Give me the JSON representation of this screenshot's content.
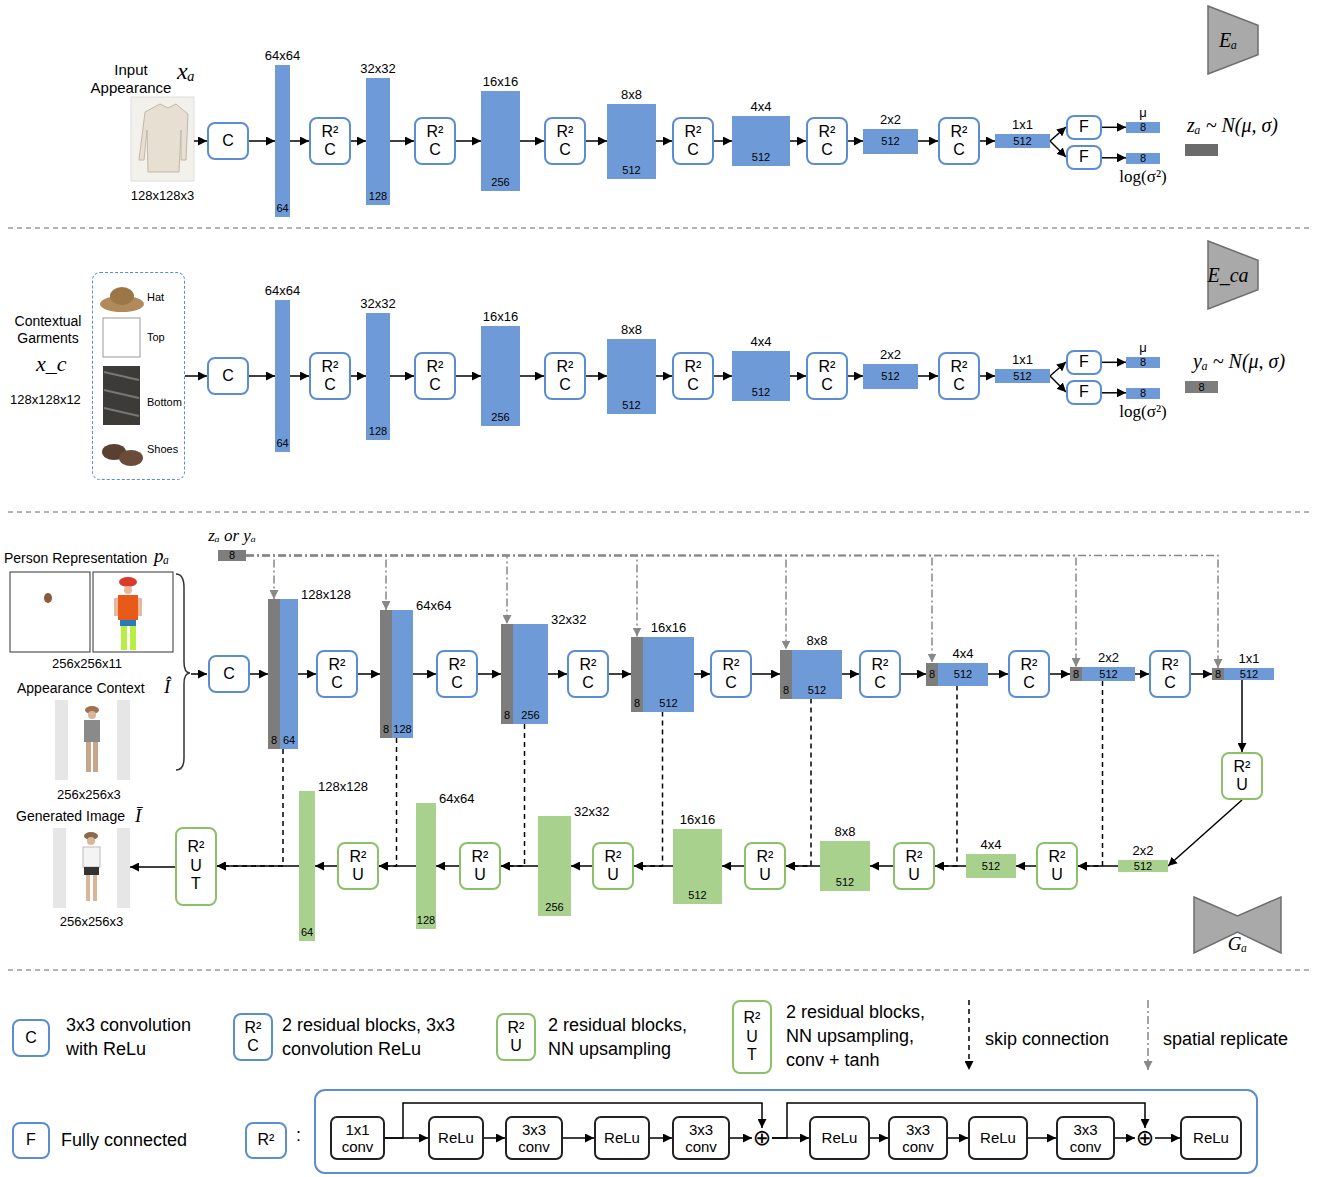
{
  "diagram": {
    "nodes": [
      {
        "text": [
          "Eₐ"
        ]
      },
      {
        "text": [
          "Input Appearance",
          "128x128x3"
        ]
      },
      {
        "text": [
          "C"
        ]
      },
      {
        "text": [
          "64x64",
          "64"
        ]
      },
      {
        "text": [
          "R² C"
        ]
      },
      {
        "text": [
          "32x32",
          "128"
        ]
      },
      {
        "text": [
          "R² C"
        ]
      },
      {
        "text": [
          "16x16",
          "256"
        ]
      },
      {
        "text": [
          "R² C"
        ]
      },
      {
        "text": [
          "8x8",
          "512"
        ]
      },
      {
        "text": [
          "R² C"
        ]
      },
      {
        "text": [
          "4x4",
          "512"
        ]
      },
      {
        "text": [
          "R² C"
        ]
      },
      {
        "text": [
          "2x2",
          "512"
        ]
      },
      {
        "text": [
          "R² C"
        ]
      },
      {
        "text": [
          "1x1",
          "512"
        ]
      },
      {
        "text": [
          "F"
        ]
      },
      {
        "text": [
          "F"
        ]
      },
      {
        "text": [
          "μ",
          "8"
        ]
      },
      {
        "text": [
          "8",
          "log(σ²)"
        ]
      },
      {
        "text": [
          "E_ca"
        ]
      },
      {
        "text": [
          "Hat",
          "Top",
          "Bottom",
          "Shoes"
        ]
      },
      {
        "text": [
          "C"
        ]
      },
      {
        "text": [
          "64x64",
          "64"
        ]
      },
      {
        "text": [
          "R² C"
        ]
      },
      {
        "text": [
          "32x32",
          "128"
        ]
      },
      {
        "text": [
          "R² C"
        ]
      },
      {
        "text": [
          "16x16",
          "256"
        ]
      },
      {
        "text": [
          "R² C"
        ]
      },
      {
        "text": [
          "8x8",
          "512"
        ]
      },
      {
        "text": [
          "R² C"
        ]
      },
      {
        "text": [
          "4x4",
          "512"
        ]
      },
      {
        "text": [
          "R² C"
        ]
      },
      {
        "text": [
          "2x2",
          "512"
        ]
      },
      {
        "text": [
          "R² C"
        ]
      },
      {
        "text": [
          "1x1",
          "512"
        ]
      },
      {
        "text": [
          "F"
        ]
      },
      {
        "text": [
          "F"
        ]
      },
      {
        "text": [
          "μ",
          "8"
        ]
      },
      {
        "text": [
          "8",
          "log(σ²)"
        ]
      },
      {
        "text": [
          "8"
        ]
      },
      {
        "text": [
          "zₐ or yₐ",
          "8"
        ]
      },
      {
        "text": [
          "C"
        ]
      },
      {
        "text": [
          "128x128",
          "8",
          "64"
        ]
      },
      {
        "text": [
          "R² C"
        ]
      },
      {
        "text": [
          "64x64",
          "8",
          "128"
        ]
      },
      {
        "text": [
          "R² C"
        ]
      },
      {
        "text": [
          "32x32",
          "8",
          "256"
        ]
      },
      {
        "text": [
          "R² C"
        ]
      },
      {
        "text": [
          "16x16",
          "8",
          "512"
        ]
      },
      {
        "text": [
          "R² C"
        ]
      },
      {
        "text": [
          "8x8",
          "8",
          "512"
        ]
      },
      {
        "text": [
          "R² C"
        ]
      },
      {
        "text": [
          "4x4",
          "8",
          "512"
        ]
      },
      {
        "text": [
          "R² C"
        ]
      },
      {
        "text": [
          "2x2",
          "8",
          "512"
        ]
      },
      {
        "text": [
          "R² C"
        ]
      },
      {
        "text": [
          "1x1",
          "8",
          "512"
        ]
      },
      {
        "text": [
          "R² U"
        ]
      },
      {
        "text": [
          "2x2",
          "512"
        ]
      },
      {
        "text": [
          "R² U"
        ]
      },
      {
        "text": [
          "4x4",
          "512"
        ]
      },
      {
        "text": [
          "R² U"
        ]
      },
      {
        "text": [
          "8x8",
          "512"
        ]
      },
      {
        "text": [
          "R² U"
        ]
      },
      {
        "text": [
          "16x16",
          "512"
        ]
      },
      {
        "text": [
          "R² U"
        ]
      },
      {
        "text": [
          "32x32",
          "256"
        ]
      },
      {
        "text": [
          "R² U"
        ]
      },
      {
        "text": [
          "64x64",
          "128"
        ]
      },
      {
        "text": [
          "R² U"
        ]
      },
      {
        "text": [
          "128x128",
          "64"
        ]
      },
      {
        "text": [
          "R² U T"
        ]
      },
      {
        "text": [
          "Generated Image",
          "Ī",
          "256x256x3"
        ]
      },
      {
        "text": [
          "Gₐ"
        ]
      },
      {
        "text": [
          "C"
        ]
      },
      {
        "text": [
          "R² C"
        ]
      },
      {
        "text": [
          "R² U"
        ]
      },
      {
        "text": [
          "R² U T"
        ]
      },
      {
        "text": [
          "F"
        ]
      },
      {
        "text": [
          "R²"
        ]
      },
      {
        "text": [
          "1x1 conv"
        ]
      },
      {
        "text": [
          "ReLu"
        ]
      },
      {
        "text": [
          "3x3 conv"
        ]
      },
      {
        "text": [
          "ReLu"
        ]
      },
      {
        "text": [
          "3x3 conv"
        ]
      },
      {
        "text": [
          "⊕"
        ]
      },
      {
        "text": [
          "ReLu"
        ]
      },
      {
        "text": [
          "3x3 conv"
        ]
      },
      {
        "text": [
          "ReLu"
        ]
      },
      {
        "text": [
          "3x3 conv"
        ]
      },
      {
        "text": [
          "⊕"
        ]
      },
      {
        "text": [
          "ReLu"
        ]
      }
    ],
    "edges": [
      {
        "from": 1,
        "to": 2,
        "arrow": "to"
      },
      {
        "from": 2,
        "to": 3,
        "arrow": "to"
      },
      {
        "from": 3,
        "to": 4,
        "arrow": "to"
      },
      {
        "from": 4,
        "to": 5,
        "arrow": "to"
      },
      {
        "from": 5,
        "to": 6,
        "arrow": "to"
      },
      {
        "from": 6,
        "to": 7,
        "arrow": "to"
      },
      {
        "from": 7,
        "to": 8,
        "arrow": "to"
      },
      {
        "from": 8,
        "to": 9,
        "arrow": "to"
      },
      {
        "from": 9,
        "to": 10,
        "arrow": "to"
      },
      {
        "from": 10,
        "to": 11,
        "arrow": "to"
      },
      {
        "from": 11,
        "to": 12,
        "arrow": "to"
      },
      {
        "from": 12,
        "to": 13,
        "arrow": "to"
      },
      {
        "from": 13,
        "to": 14,
        "arrow": "to"
      },
      {
        "from": 14,
        "to": 15,
        "arrow": "to"
      },
      {
        "from": 15,
        "to": 16,
        "arrow": "to"
      },
      {
        "from": 15,
        "to": 17,
        "arrow": "to"
      },
      {
        "from": 16,
        "to": 18,
        "arrow": "to"
      },
      {
        "from": 17,
        "to": 19,
        "arrow": "to"
      },
      {
        "from": 21,
        "to": 22,
        "arrow": "to"
      },
      {
        "from": 22,
        "to": 23,
        "arrow": "to"
      },
      {
        "from": 23,
        "to": 24,
        "arrow": "to"
      },
      {
        "from": 24,
        "to": 25,
        "arrow": "to"
      },
      {
        "from": 25,
        "to": 26,
        "arrow": "to"
      },
      {
        "from": 26,
        "to": 27,
        "arrow": "to"
      },
      {
        "from": 27,
        "to": 28,
        "arrow": "to"
      },
      {
        "from": 28,
        "to": 29,
        "arrow": "to"
      },
      {
        "from": 29,
        "to": 30,
        "arrow": "to"
      },
      {
        "from": 30,
        "to": 31,
        "arrow": "to"
      },
      {
        "from": 31,
        "to": 32,
        "arrow": "to"
      },
      {
        "from": 32,
        "to": 33,
        "arrow": "to"
      },
      {
        "from": 33,
        "to": 34,
        "arrow": "to"
      },
      {
        "from": 34,
        "to": 35,
        "arrow": "to"
      },
      {
        "from": 35,
        "to": 36,
        "arrow": "to"
      },
      {
        "from": 35,
        "to": 37,
        "arrow": "to"
      },
      {
        "from": 36,
        "to": 38,
        "arrow": "to"
      },
      {
        "from": 37,
        "to": 39,
        "arrow": "to"
      },
      {
        "from": 41,
        "to": 43,
        "arrow": "to"
      },
      {
        "from": 41,
        "to": 45,
        "arrow": "to"
      },
      {
        "from": 41,
        "to": 47,
        "arrow": "to"
      },
      {
        "from": 41,
        "to": 49,
        "arrow": "to"
      },
      {
        "from": 41,
        "to": 51,
        "arrow": "to"
      },
      {
        "from": 41,
        "to": 53,
        "arrow": "to"
      },
      {
        "from": 41,
        "to": 55,
        "arrow": "to"
      },
      {
        "from": 41,
        "to": 57,
        "arrow": "to"
      },
      {
        "from": 42,
        "to": 43,
        "arrow": "to"
      },
      {
        "from": 43,
        "to": 44,
        "arrow": "to"
      },
      {
        "from": 44,
        "to": 45,
        "arrow": "to"
      },
      {
        "from": 45,
        "to": 46,
        "arrow": "to"
      },
      {
        "from": 46,
        "to": 47,
        "arrow": "to"
      },
      {
        "from": 47,
        "to": 48,
        "arrow": "to"
      },
      {
        "from": 48,
        "to": 49,
        "arrow": "to"
      },
      {
        "from": 49,
        "to": 50,
        "arrow": "to"
      },
      {
        "from": 50,
        "to": 51,
        "arrow": "to"
      },
      {
        "from": 51,
        "to": 52,
        "arrow": "to"
      },
      {
        "from": 52,
        "to": 53,
        "arrow": "to"
      },
      {
        "from": 53,
        "to": 54,
        "arrow": "to"
      },
      {
        "from": 54,
        "to": 55,
        "arrow": "to"
      },
      {
        "from": 55,
        "to": 56,
        "arrow": "to"
      },
      {
        "from": 56,
        "to": 57,
        "arrow": "to"
      },
      {
        "from": 57,
        "to": 58,
        "arrow": "to"
      },
      {
        "from": 58,
        "to": 59,
        "arrow": "to"
      },
      {
        "from": 59,
        "to": 60,
        "arrow": "to"
      },
      {
        "from": 60,
        "to": 61,
        "arrow": "to"
      },
      {
        "from": 61,
        "to": 62,
        "arrow": "to"
      },
      {
        "from": 62,
        "to": 63,
        "arrow": "to"
      },
      {
        "from": 63,
        "to": 64,
        "arrow": "to"
      },
      {
        "from": 64,
        "to": 65,
        "arrow": "to"
      },
      {
        "from": 65,
        "to": 66,
        "arrow": "to"
      },
      {
        "from": 66,
        "to": 67,
        "arrow": "to"
      },
      {
        "from": 67,
        "to": 68,
        "arrow": "to"
      },
      {
        "from": 68,
        "to": 69,
        "arrow": "to"
      },
      {
        "from": 69,
        "to": 70,
        "arrow": "to"
      },
      {
        "from": 70,
        "to": 71,
        "arrow": "to"
      },
      {
        "from": 71,
        "to": 72,
        "arrow": "to"
      },
      {
        "from": 72,
        "to": 73,
        "arrow": "to"
      },
      {
        "from": 43,
        "to": 72,
        "arrow": "to"
      },
      {
        "from": 45,
        "to": 70,
        "arrow": "to"
      },
      {
        "from": 47,
        "to": 68,
        "arrow": "to"
      },
      {
        "from": 49,
        "to": 66,
        "arrow": "to"
      },
      {
        "from": 51,
        "to": 64,
        "arrow": "to"
      },
      {
        "from": 53,
        "to": 62,
        "arrow": "to"
      },
      {
        "from": 55,
        "to": 60,
        "arrow": "to"
      },
      {
        "from": 81,
        "to": 82,
        "arrow": "to"
      },
      {
        "from": 82,
        "to": 83,
        "arrow": "to"
      },
      {
        "from": 83,
        "to": 84,
        "arrow": "to"
      },
      {
        "from": 84,
        "to": 85,
        "arrow": "to"
      },
      {
        "from": 85,
        "to": 86,
        "arrow": "to"
      },
      {
        "from": 86,
        "to": 87,
        "arrow": "to"
      },
      {
        "from": 87,
        "to": 88,
        "arrow": "to"
      },
      {
        "from": 88,
        "to": 89,
        "arrow": "to"
      },
      {
        "from": 89,
        "to": 90,
        "arrow": "to"
      },
      {
        "from": 90,
        "to": 91,
        "arrow": "to"
      },
      {
        "from": 91,
        "to": 92,
        "arrow": "to"
      },
      {
        "from": 81,
        "to": 86,
        "arrow": "to"
      },
      {
        "from": 86,
        "to": 91,
        "arrow": "to"
      }
    ],
    "labels": [
      "xₐ",
      "zₐ ~ N(μ, σ)",
      "Contextual Garments",
      "x_c",
      "128x128x12",
      "yₐ ~ N(μ, σ)",
      "Person Representation",
      "pₐ",
      "256x256x11",
      "Appearance Context",
      "Î",
      "256x256x3",
      ":"
    ],
    "legend": [
      {
        "text": "3x3 convolution with ReLu"
      },
      {
        "text": "2 residual blocks, 3x3 convolution ReLu"
      },
      {
        "text": "2 residual blocks, NN upsampling"
      },
      {
        "text": "2 residual blocks, NN upsampling, conv + tanh"
      },
      {
        "text": "skip connection"
      },
      {
        "text": "spatial replicate"
      },
      {
        "text": "Fully connected"
      }
    ]
  }
}
